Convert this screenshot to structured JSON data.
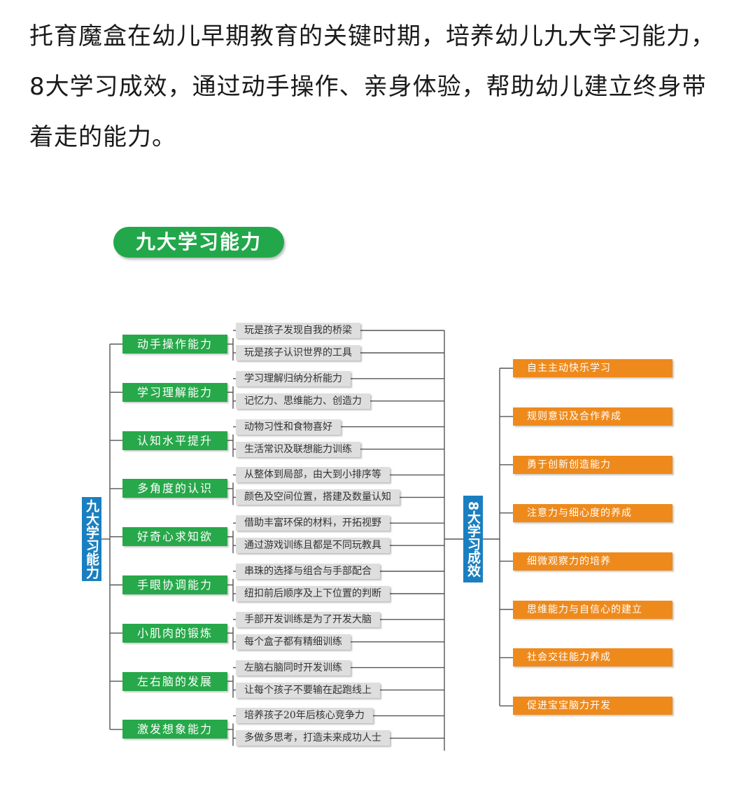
{
  "intro_text": "托育魔盒在幼儿早期教育的关键时期，培养幼儿九大学习能力，8大学习成效，通过动手操作、亲身体验，帮助幼儿建立终身带着走的能力。",
  "banner_title": "九大学习能力",
  "root_left": "九大学习能力",
  "root_right": "8大学习成效",
  "abilities": [
    {
      "label": "动手操作能力",
      "details": [
        "玩是孩子发现自我的桥梁",
        "玩是孩子认识世界的工具"
      ]
    },
    {
      "label": "学习理解能力",
      "details": [
        "学习理解归纳分析能力",
        "记忆力、思维能力、创造力"
      ]
    },
    {
      "label": "认知水平提升",
      "details": [
        "动物习性和食物喜好",
        "生活常识及联想能力训练"
      ]
    },
    {
      "label": "多角度的认识",
      "details": [
        "从整体到局部，由大到小排序等",
        "颜色及空间位置，搭建及数量认知"
      ]
    },
    {
      "label": "好奇心求知欲",
      "details": [
        "借助丰富环保的材料，开拓视野",
        "通过游戏训练且都是不同玩教具"
      ]
    },
    {
      "label": "手眼协调能力",
      "details": [
        "串珠的选择与组合与手部配合",
        "纽扣前后顺序及上下位置的判断"
      ]
    },
    {
      "label": "小肌肉的锻炼",
      "details": [
        "手部开发训练是为了开发大脑",
        "每个盒子都有精细训练"
      ]
    },
    {
      "label": "左右脑的发展",
      "details": [
        "左脑右脑同时开发训练",
        "让每个孩子不要输在起跑线上"
      ]
    },
    {
      "label": "激发想象能力",
      "details": [
        "培养孩子20年后核心竞争力",
        "多做多思考，打造未来成功人士"
      ]
    }
  ],
  "effects": [
    "自主主动快乐学习",
    "规则意识及合作养成",
    "勇于创新创造能力",
    "注意力与细心度的养成",
    "细微观察力的培养",
    "思维能力与自信心的建立",
    "社会交往能力养成",
    "促进宝宝脑力开发"
  ],
  "colors": {
    "green": "#27a84a",
    "blue": "#1a7fc0",
    "orange": "#ee8a1c",
    "gray_box": "#dedede",
    "line": "#555555"
  }
}
